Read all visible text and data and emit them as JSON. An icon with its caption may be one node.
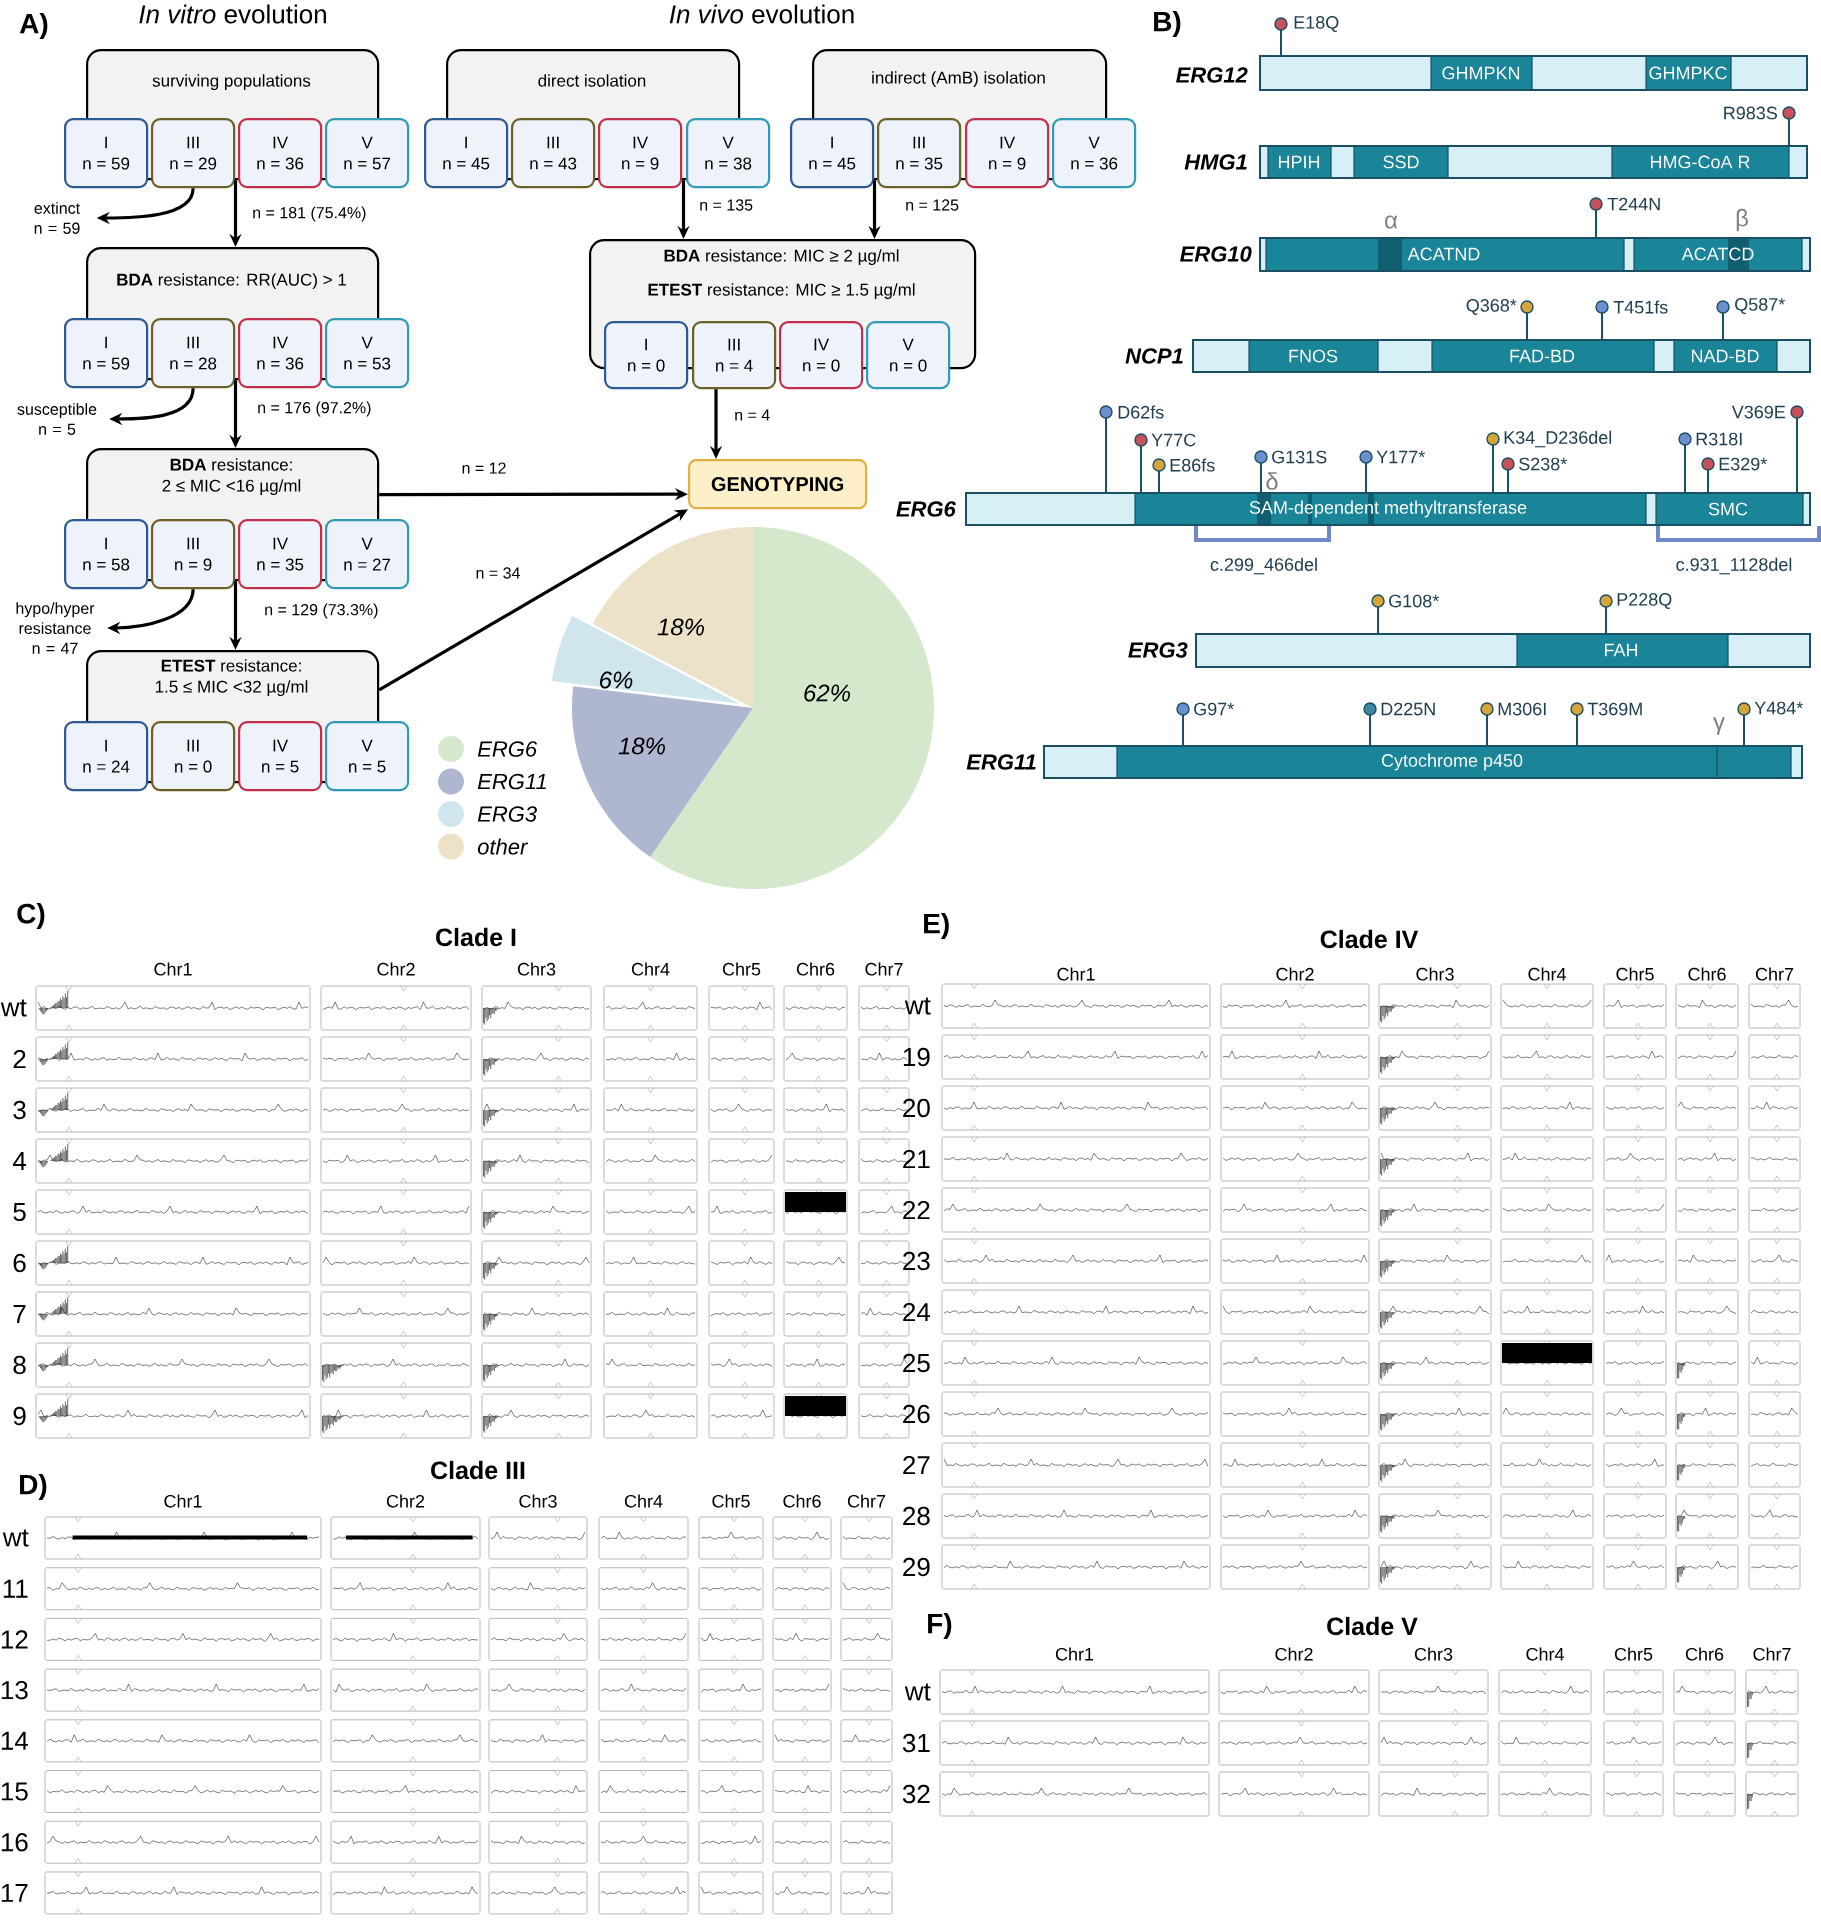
{
  "diagram": {
    "nodes": [
      {
        "text": [
          "surviving populations"
        ]
      },
      {
        "text": [
          "I",
          "n = 59"
        ]
      },
      {
        "text": [
          "III",
          "n = 29"
        ]
      },
      {
        "text": [
          "IV",
          "n = 36"
        ]
      },
      {
        "text": [
          "V",
          "n = 57"
        ]
      },
      {
        "text": [
          "extinct n = 59"
        ]
      },
      {
        "text": [
          "**BDA** resistance: RR(AUC) > 1"
        ]
      },
      {
        "text": [
          "I",
          "n = 59"
        ]
      },
      {
        "text": [
          "III",
          "n = 28"
        ]
      },
      {
        "text": [
          "IV",
          "n = 36"
        ]
      },
      {
        "text": [
          "V",
          "n = 53"
        ]
      },
      {
        "text": [
          "susceptible n = 5"
        ]
      },
      {
        "text": [
          "**BDA** resistance:",
          "2 ≤ MIC <16 µg/ml"
        ]
      },
      {
        "text": [
          "I",
          "n = 58"
        ]
      },
      {
        "text": [
          "III",
          "n = 9"
        ]
      },
      {
        "text": [
          "IV",
          "n = 35"
        ]
      },
      {
        "text": [
          "V",
          "n = 27"
        ]
      },
      {
        "text": [
          "hypo/hyper resistance n = 47"
        ]
      },
      {
        "text": [
          "**ETEST** resistance:",
          "1.5 ≤ MIC <32 µg/ml"
        ]
      },
      {
        "text": [
          "I",
          "n = 24"
        ]
      },
      {
        "text": [
          "III",
          "n = 0"
        ]
      },
      {
        "text": [
          "IV",
          "n = 5"
        ]
      },
      {
        "text": [
          "V",
          "n = 5"
        ]
      },
      {
        "text": [
          "direct isolation"
        ]
      },
      {
        "text": [
          "I",
          "n = 45"
        ]
      },
      {
        "text": [
          "III",
          "n = 43"
        ]
      },
      {
        "text": [
          "IV",
          "n = 9"
        ]
      },
      {
        "text": [
          "V",
          "n = 38"
        ]
      },
      {
        "text": [
          "indirect (AmB) isolation"
        ]
      },
      {
        "text": [
          "I",
          "n = 45"
        ]
      },
      {
        "text": [
          "III",
          "n = 35"
        ]
      },
      {
        "text": [
          "IV",
          "n = 9"
        ]
      },
      {
        "text": [
          "V",
          "n = 36"
        ]
      },
      {
        "text": [
          "**BDA** resistance: MIC ≥ 2 µg/ml",
          "**ETEST** resistance: MIC ≥ 1.5 µg/ml"
        ]
      },
      {
        "text": [
          "I",
          "n = 0"
        ]
      },
      {
        "text": [
          "III",
          "n = 4"
        ]
      },
      {
        "text": [
          "IV",
          "n = 0"
        ]
      },
      {
        "text": [
          "V",
          "n = 0"
        ]
      },
      {
        "text": [
          "GENOTYPING"
        ]
      }
    ],
    "edges": [
      {
        "from": 0,
        "to": 6,
        "arrow": "to",
        "label": "n = 181 (75.4%)"
      },
      {
        "from": 2,
        "to": 5,
        "arrow": "to"
      },
      {
        "from": 6,
        "to": 12,
        "arrow": "to",
        "label": "n = 176 (97.2%)"
      },
      {
        "from": 8,
        "to": 11,
        "arrow": "to"
      },
      {
        "from": 12,
        "to": 18,
        "arrow": "to",
        "label": "n = 129 (73.3%)"
      },
      {
        "from": 14,
        "to": 17,
        "arrow": "to"
      },
      {
        "from": 12,
        "to": 38,
        "arrow": "to",
        "label": "n = 12"
      },
      {
        "from": 18,
        "to": 38,
        "arrow": "to",
        "label": "n = 34"
      },
      {
        "from": 23,
        "to": 33,
        "arrow": "to",
        "label": "n = 135"
      },
      {
        "from": 28,
        "to": 33,
        "arrow": "to",
        "label": "n = 125"
      },
      {
        "from": 35,
        "to": 38,
        "arrow": "to",
        "label": "n = 4"
      }
    ],
    "labels": [
      "A)",
      "*In vitro* evolution",
      "*In vivo* evolution",
      "B)",
      "ERG12",
      "GHMPKN",
      "GHMPKC",
      "E18Q",
      "HMG1",
      "HPIH",
      "SSD",
      "HMG-CoA R",
      "R983S",
      "ERG10",
      "α",
      "ACATND",
      "T244N",
      "β",
      "ACATCD",
      "NCP1",
      "Q368*",
      "T451fs",
      "Q587*",
      "FNOS",
      "FAD-BD",
      "NAD-BD",
      "ERG6",
      "D62fs",
      "Y77C",
      "E86fs",
      "G131S",
      "δ",
      "Y177*",
      "K34_D236del",
      "S238*",
      "R318I",
      "E329*",
      "V369E",
      "SAM-dependent methyltransferase",
      "SMC",
      "c.299_466del",
      "c.931_1128del",
      "ERG3",
      "G108*",
      "P228Q",
      "FAH",
      "ERG11",
      "G97*",
      "D225N",
      "M306I",
      "T369M",
      "γ",
      "Y484*",
      "Cytochrome p450",
      "C)",
      "Clade I",
      "Chr1",
      "Chr2",
      "Chr3",
      "Chr4",
      "Chr5",
      "Chr6",
      "Chr7",
      "wt",
      "2",
      "3",
      "4",
      "5",
      "6",
      "7",
      "8",
      "9",
      "D)",
      "Clade III",
      "Chr1",
      "Chr2",
      "Chr3",
      "Chr4",
      "Chr5",
      "Chr6",
      "Chr7",
      "wt",
      "11",
      "12",
      "13",
      "14",
      "15",
      "16",
      "17",
      "E)",
      "Clade IV",
      "Chr1",
      "Chr2",
      "Chr3",
      "Chr4",
      "Chr5",
      "Chr6",
      "Chr7",
      "wt",
      "19",
      "20",
      "21",
      "22",
      "23",
      "24",
      "25",
      "26",
      "27",
      "28",
      "29",
      "F)",
      "Clade V",
      "Chr1",
      "Chr2",
      "Chr3",
      "Chr4",
      "Chr5",
      "Chr6",
      "Chr7",
      "wt",
      "31",
      "32"
    ],
    "legend": [
      {
        "text": "ERG6",
        "color": "#d5e8cb"
      },
      {
        "text": "ERG11",
        "color": "#aeb6d0"
      },
      {
        "text": "ERG3",
        "color": "#cfe6ec"
      },
      {
        "text": "other",
        "color": "#ebe2c8"
      }
    ],
    "chart_data": {
      "type": "pie",
      "values": [
        62,
        18,
        6,
        18
      ],
      "value_labels": [
        "62%",
        "18%",
        "6%",
        "18%"
      ]
    }
  }
}
